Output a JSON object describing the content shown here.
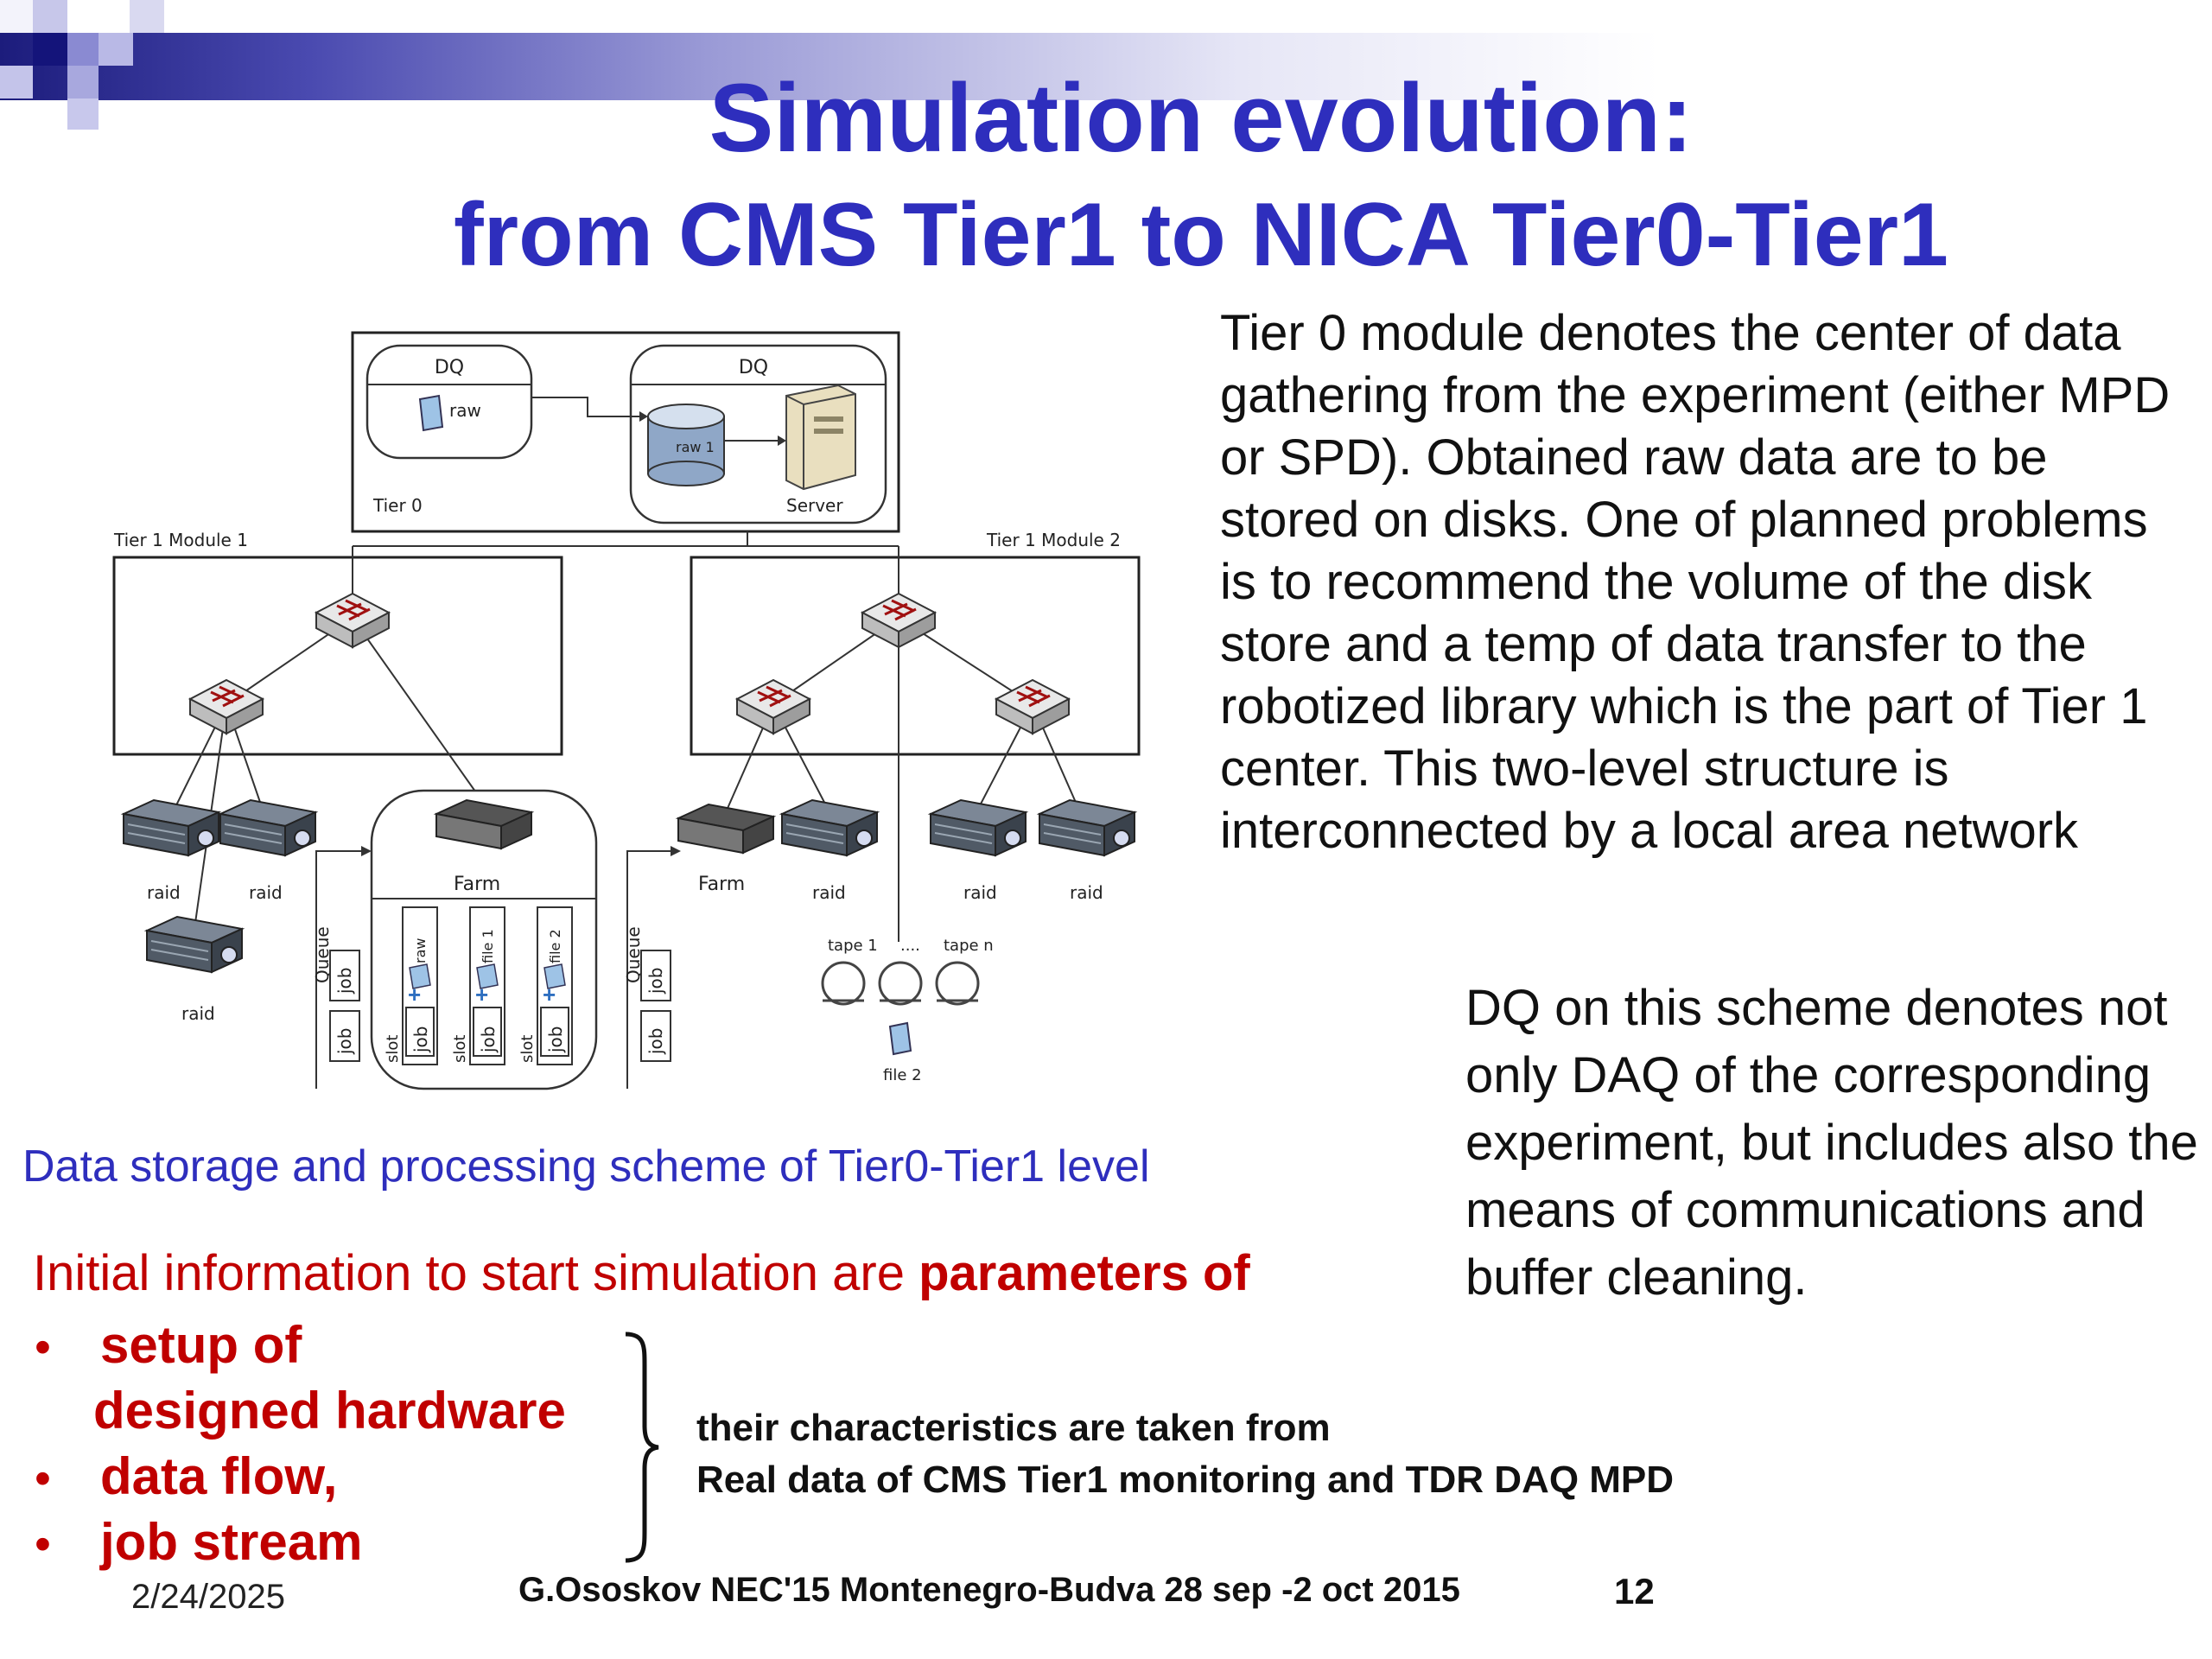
{
  "slide": {
    "title_line1": "Simulation evolution:",
    "title_line2": "from CMS Tier1 to NICA Tier0-Tier1",
    "paragraph1": "Tier 0 module denotes the center of data gathering from the experiment (either MPD or SPD). Obtained raw data are to be stored on disks. One of planned problems is to recommend the volume of the disk store and a temp of data transfer to the robotized library which is the part of Tier 1 center. This two-level structure is interconnected by a local area network",
    "paragraph2": "DQ on this scheme denotes not only DAQ of the corresponding experiment, but includes also the means of communications and buffer cleaning.",
    "caption": "Data storage and processing scheme of Tier0-Tier1 level",
    "initial_text": "Initial information to start simulation are",
    "initial_bold": "parameters of",
    "bullets": [
      "setup of",
      "designed hardware",
      "data flow,",
      "job stream"
    ],
    "characteristics_line1": "their characteristics are taken from",
    "characteristics_line2": "Real data of CMS Tier1 monitoring and TDR DAQ MPD",
    "footer_date": "2/24/2025",
    "footer_author": "G.Ososkov NEC'15 Montenegro-Budva 28 sep -2 oct 2015",
    "footer_page": "12",
    "colors": {
      "title": "#2e2ebd",
      "accent_red": "#c00000",
      "caption": "#2e2ebd"
    }
  },
  "diagram": {
    "dq_label_1": "DQ",
    "dq_label_2": "DQ",
    "raw_label": "raw",
    "raw1_label": "raw 1",
    "server_label": "Server",
    "tier0_label": "Tier 0",
    "module1_label": "Tier 1 Module 1",
    "module2_label": "Tier 1 Module 2",
    "raid_label": "raid",
    "farm_label": "Farm",
    "queue_label": "Queue",
    "job_label": "job",
    "slot_label": "slot",
    "file1_label": "file 1",
    "file2_label": "file 2",
    "tape1_label": "tape 1",
    "tapen_label": "tape n",
    "dots_label": "....",
    "icons": [
      "document-icon",
      "database-icon",
      "server-icon",
      "switch-icon",
      "rack-server-icon",
      "tape-reel-icon"
    ]
  }
}
